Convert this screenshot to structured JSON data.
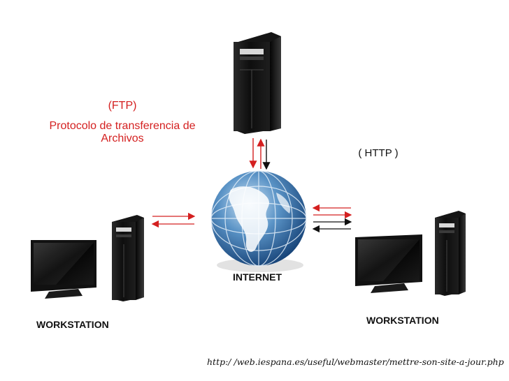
{
  "labels": {
    "ftp_title": "(FTP)",
    "ftp_description": "Protocolo de transferencia de Archivos",
    "http": "( HTTP )",
    "internet": "INTERNET",
    "workstation_left": "WORKSTATION",
    "workstation_right": "WORKSTATION",
    "source_url": "http:/ /web.iespana.es/useful/webmaster/mettre-son-site-a-jour.php"
  },
  "colors": {
    "ftp_arrow": "#d42020",
    "http_arrow": "#111111",
    "text_red": "#d42020"
  },
  "icons": {
    "server": "server-tower-icon",
    "globe": "globe-icon",
    "monitor": "monitor-icon",
    "tower": "computer-tower-icon"
  }
}
